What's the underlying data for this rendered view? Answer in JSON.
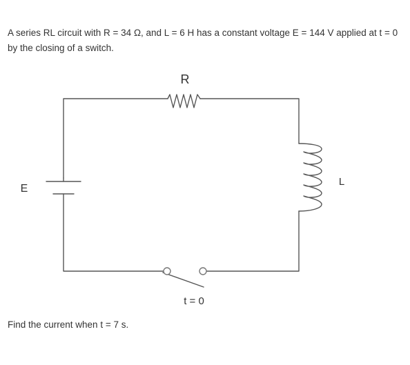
{
  "problem": {
    "statement": "A series RL circuit with R = 34 Ω, and L = 6 H has a constant voltage E = 144 V applied at t = 0 by the closing of a switch."
  },
  "circuit": {
    "resistor_label": "R",
    "inductor_label": "L",
    "source_label": "E",
    "switch_label": "t = 0"
  },
  "question": {
    "text": "Find the current when t = 7 s."
  }
}
